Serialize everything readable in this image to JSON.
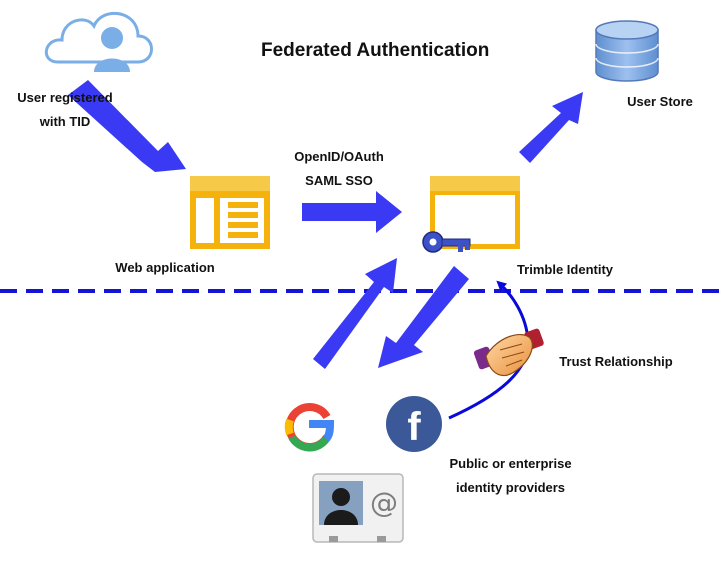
{
  "title": "Federated Authentication",
  "labels": {
    "user_registered": "User registered with TID",
    "user_store": "User Store",
    "protocols": "OpenID/OAuth SAML SSO",
    "web_application": "Web application",
    "trimble_identity": "Trimble Identity",
    "trust_relationship": "Trust Relationship",
    "providers": "Public or enterprise identity providers"
  },
  "icons": {
    "google": "G",
    "facebook": "f",
    "at": "@"
  },
  "colors": {
    "arrow": "#3a3af4",
    "dashed_line": "#1414d6",
    "window_frame": "#f5b20c",
    "window_header": "#f7c948",
    "cloud_user": "#7aaee6",
    "database": "#6f9fdc",
    "facebook": "#3b5998"
  }
}
